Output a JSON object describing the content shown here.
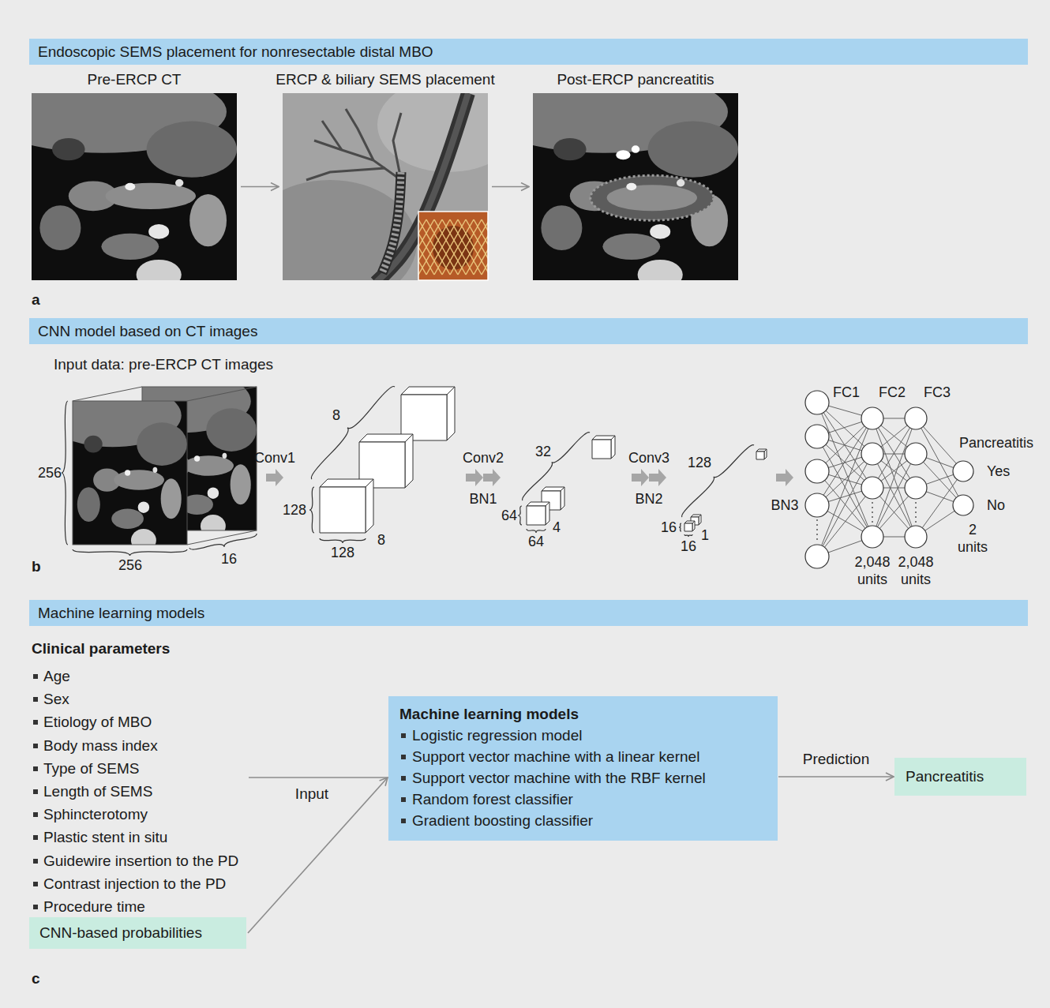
{
  "diagram": {
    "nodes": [
      {
        "text": [
          "Endoscopic SEMS placement for nonresectable distal MBO"
        ]
      },
      {
        "text": [
          "Pre-ERCP CT"
        ]
      },
      {
        "text": [
          "ERCP & biliary SEMS placement"
        ]
      },
      {
        "text": [
          "Post-ERCP pancreatitis"
        ]
      },
      {
        "text": [
          "CNN model based on CT images"
        ]
      },
      {
        "text": [
          "Machine learning models"
        ]
      },
      {
        "text": [
          "Machine learning models",
          "Logistic regression model",
          "Support vector machine with a linear kernel",
          "Support vector machine with the RBF kernel",
          "Random forest classifier",
          "Gradient boosting classifier"
        ]
      },
      {
        "text": [
          "CNN-based probabilities"
        ]
      },
      {
        "text": [
          "Pancreatitis"
        ]
      }
    ],
    "edges": [
      {
        "from": 1,
        "to": 2,
        "arrow": "to"
      },
      {
        "from": 2,
        "to": 3,
        "arrow": "to"
      },
      {
        "from": 7,
        "to": 6,
        "arrow": "to"
      },
      {
        "from": 6,
        "to": 8,
        "arrow": "to",
        "label": "Prediction"
      }
    ],
    "labels": [
      "a",
      "Input data: pre-ERCP CT images",
      "256",
      "256",
      "16",
      "Conv1",
      "8",
      "128",
      "128",
      "8",
      "Conv2",
      "BN1",
      "32",
      "64",
      "64",
      "4",
      "Conv3",
      "BN2",
      "128",
      "16",
      "16",
      "1",
      "BN3",
      "FC1",
      "FC2",
      "FC3",
      "Pancreatitis",
      "Yes",
      "No",
      "2,048 units",
      "2,048 units",
      "2 units",
      "b",
      "Clinical parameters",
      "Age",
      "Sex",
      "Etiology of MBO",
      "Body mass index",
      "Type of SEMS",
      "Length of SEMS",
      "Sphincterotomy",
      "Plastic stent in situ",
      "Guidewire insertion to the PD",
      "Contrast injection to the PD",
      "Procedure time",
      "Input",
      "c"
    ]
  }
}
